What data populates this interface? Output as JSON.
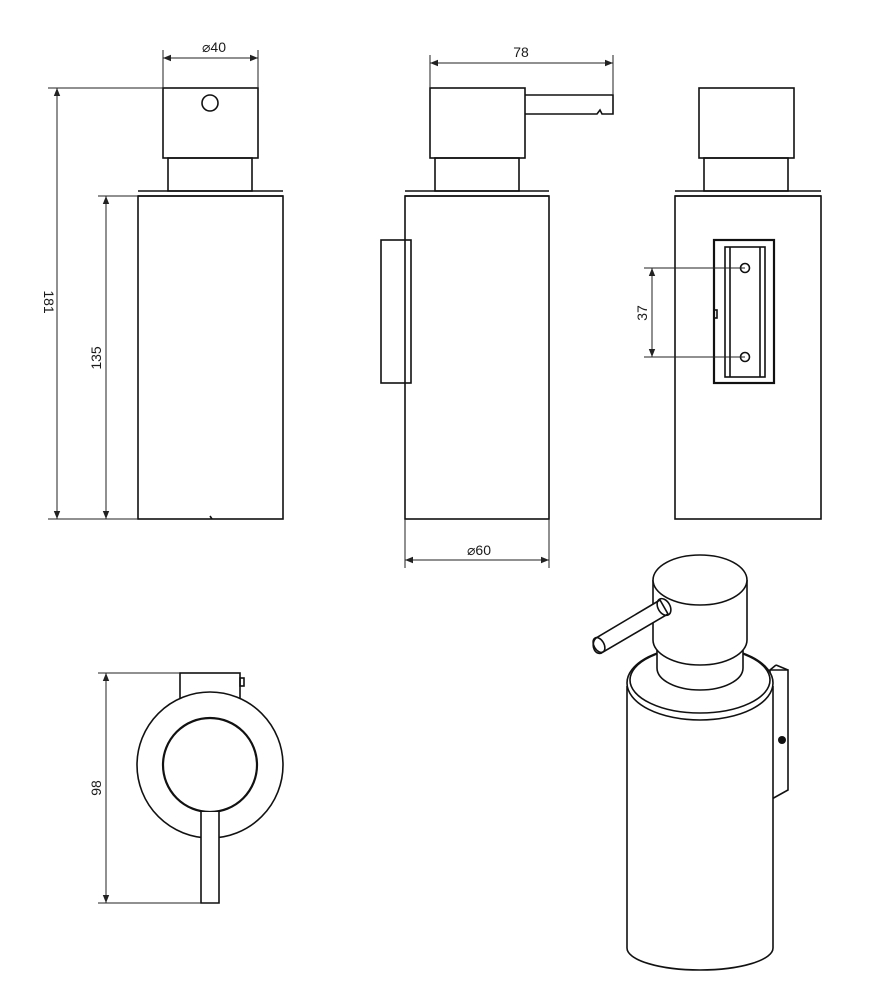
{
  "diagram": {
    "views": [
      {
        "id": "front",
        "dimensions": [
          {
            "id": "cap-diameter",
            "label": "⌀40"
          },
          {
            "id": "total-height",
            "label": "181"
          },
          {
            "id": "body-height",
            "label": "135"
          }
        ]
      },
      {
        "id": "side",
        "dimensions": [
          {
            "id": "depth-with-spout",
            "label": "78"
          },
          {
            "id": "body-diameter",
            "label": "⌀60"
          }
        ]
      },
      {
        "id": "back",
        "dimensions": [
          {
            "id": "hole-spacing",
            "label": "37"
          }
        ]
      },
      {
        "id": "top",
        "dimensions": [
          {
            "id": "projection",
            "label": "98"
          }
        ]
      },
      {
        "id": "isometric",
        "dimensions": []
      }
    ]
  },
  "labels": {
    "cap_diameter": "⌀40",
    "total_height": "181",
    "body_height": "135",
    "depth_with_spout": "78",
    "body_diameter": "⌀60",
    "hole_spacing": "37",
    "projection": "98"
  },
  "colors": {
    "line": "#111111",
    "background": "#ffffff"
  }
}
